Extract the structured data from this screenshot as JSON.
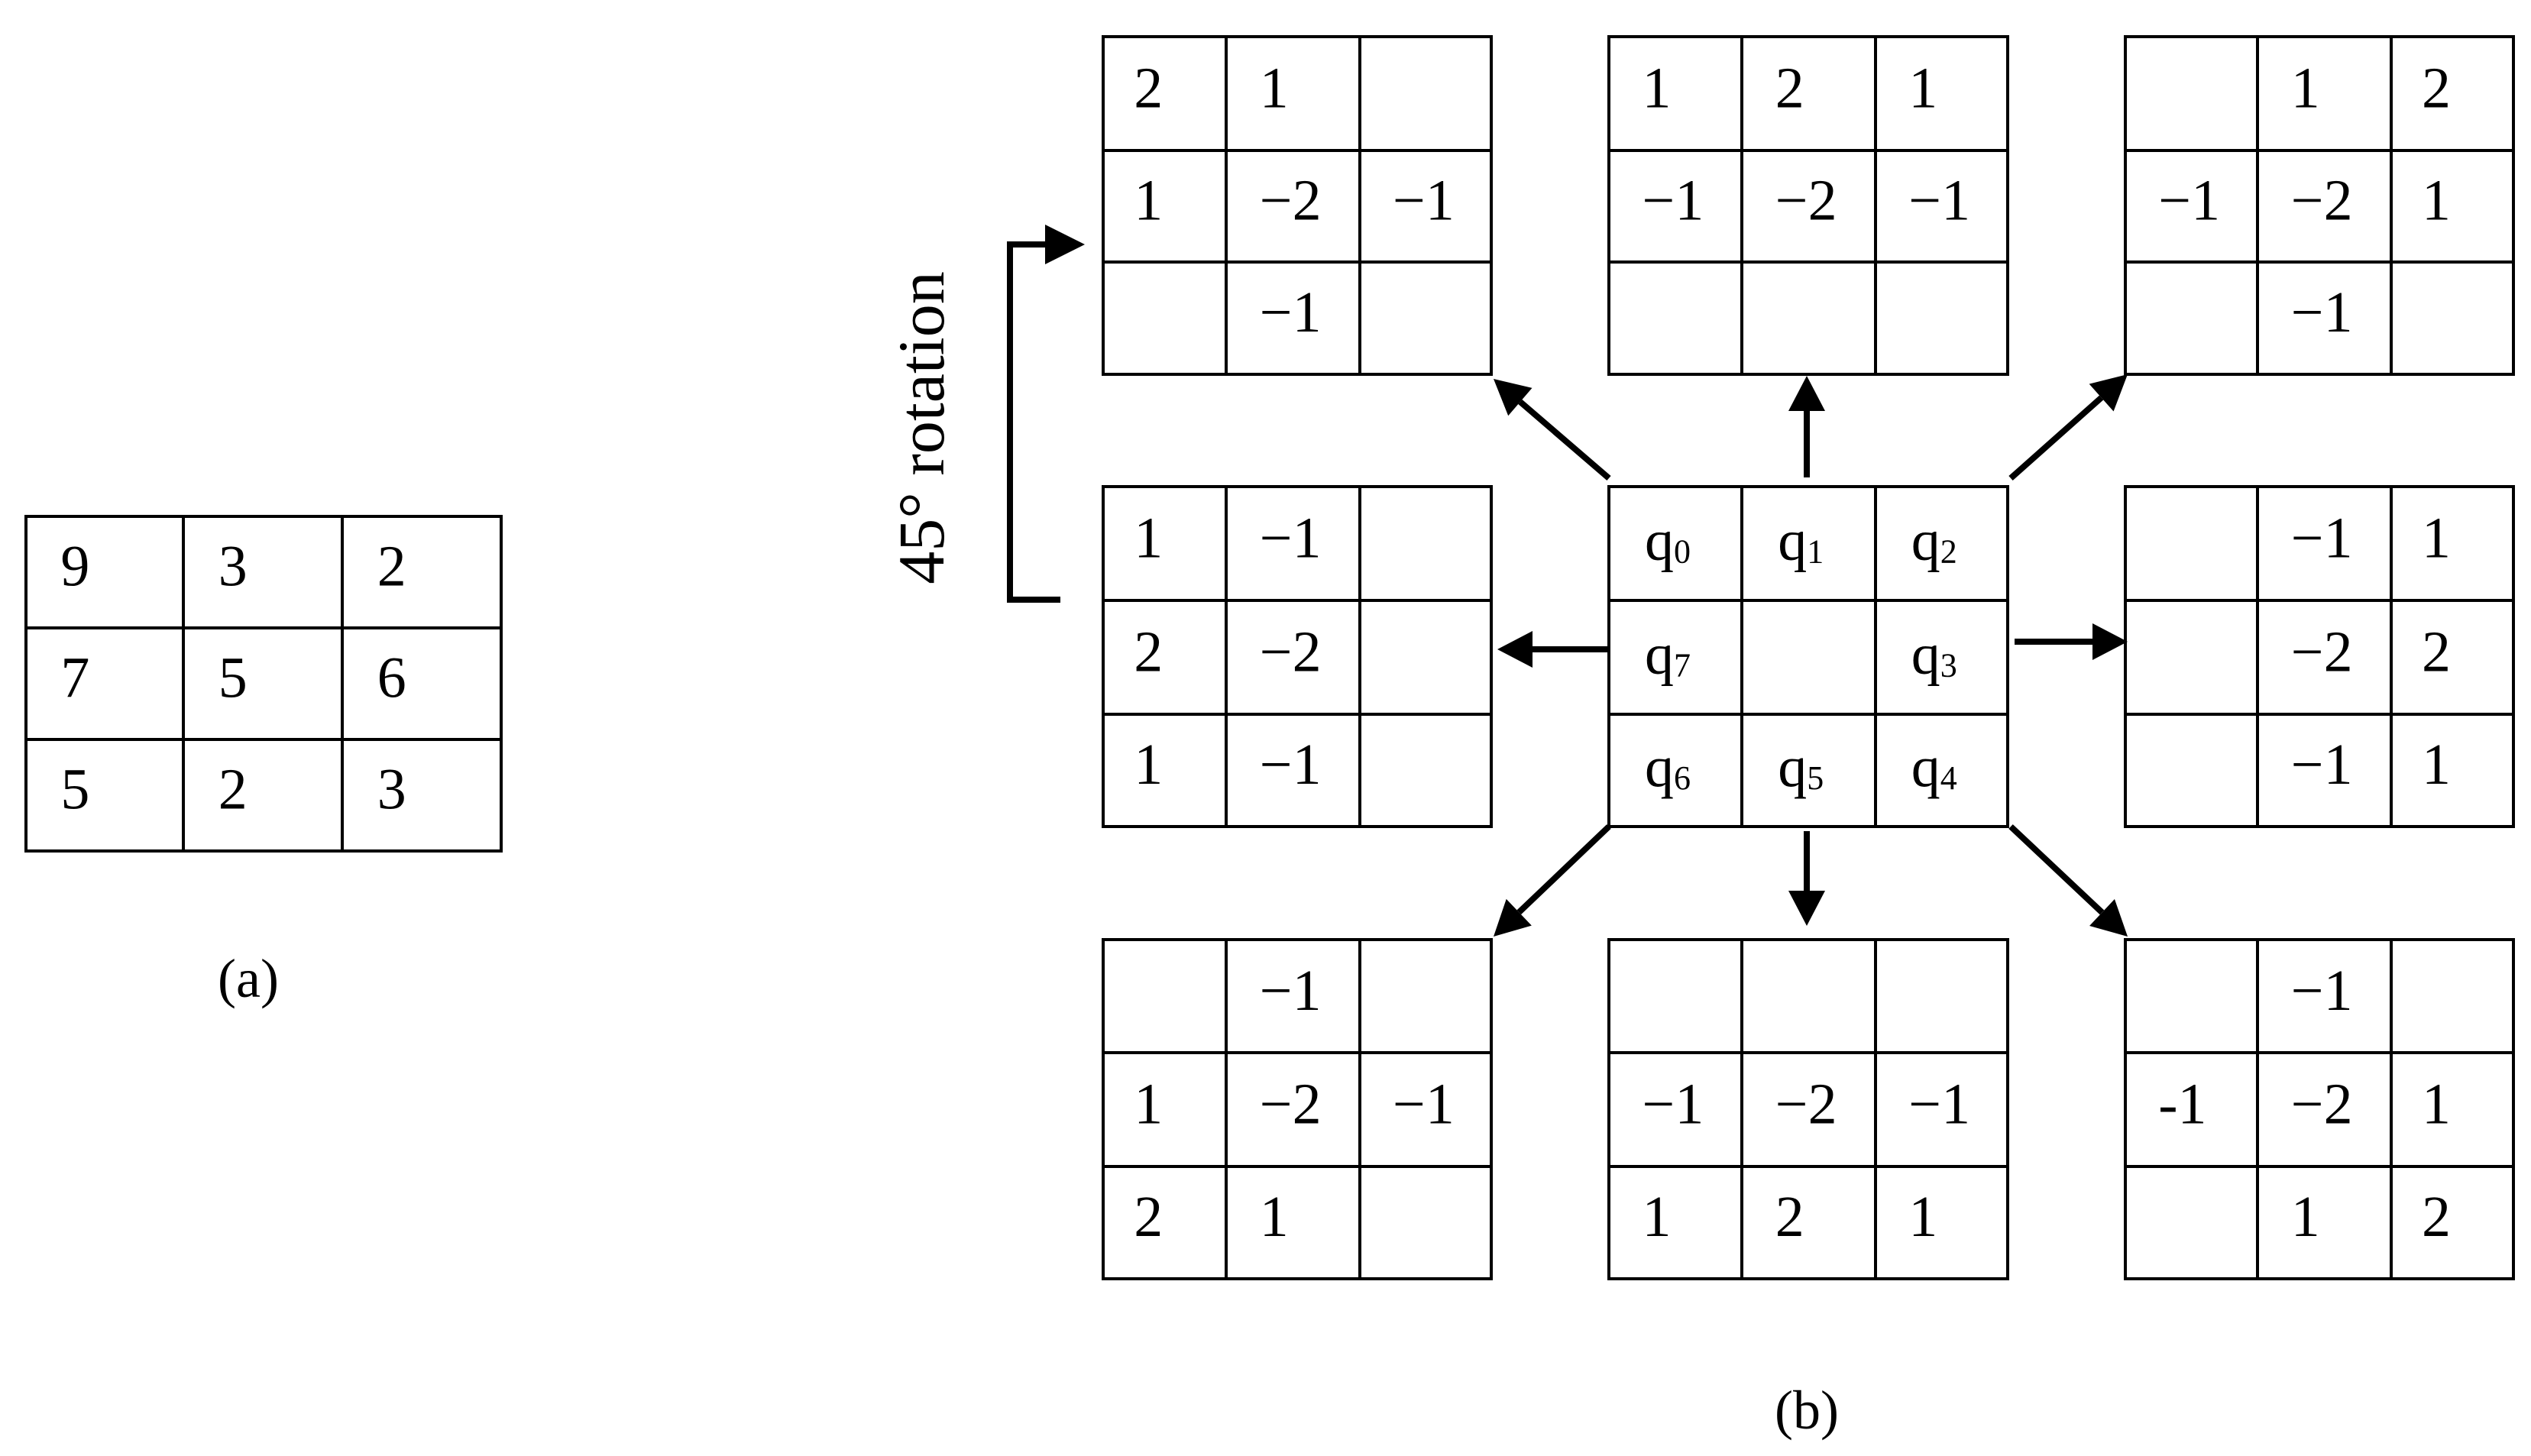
{
  "panel_a": {
    "grid": [
      [
        "9",
        "3",
        "2"
      ],
      [
        "7",
        "5",
        "6"
      ],
      [
        "5",
        "2",
        "3"
      ]
    ],
    "caption": "(a)"
  },
  "panel_b": {
    "caption": "(b)",
    "rotation_label": "45° rotation",
    "center": {
      "cells": [
        [
          {
            "base": "q",
            "sub": "0"
          },
          {
            "base": "q",
            "sub": "1"
          },
          {
            "base": "q",
            "sub": "2"
          }
        ],
        [
          {
            "base": "q",
            "sub": "7"
          },
          {
            "base": "",
            "sub": ""
          },
          {
            "base": "q",
            "sub": "3"
          }
        ],
        [
          {
            "base": "q",
            "sub": "6"
          },
          {
            "base": "q",
            "sub": "5"
          },
          {
            "base": "q",
            "sub": "4"
          }
        ]
      ]
    },
    "masks": {
      "top_left": [
        [
          "2",
          "1",
          ""
        ],
        [
          "1",
          "−2",
          "−1"
        ],
        [
          "",
          "−1",
          ""
        ]
      ],
      "top": [
        [
          "1",
          "2",
          "1"
        ],
        [
          "−1",
          "−2",
          "−1"
        ],
        [
          "",
          "",
          ""
        ]
      ],
      "top_right": [
        [
          "",
          "1",
          "2"
        ],
        [
          "−1",
          "−2",
          "1"
        ],
        [
          "",
          "−1",
          ""
        ]
      ],
      "left": [
        [
          "1",
          "−1",
          ""
        ],
        [
          "2",
          "−2",
          ""
        ],
        [
          "1",
          "−1",
          ""
        ]
      ],
      "right": [
        [
          "",
          "−1",
          "1"
        ],
        [
          "",
          "−2",
          "2"
        ],
        [
          "",
          "−1",
          "1"
        ]
      ],
      "bottom_left": [
        [
          "",
          "−1",
          ""
        ],
        [
          "1",
          "−2",
          "−1"
        ],
        [
          "2",
          "1",
          ""
        ]
      ],
      "bottom": [
        [
          "",
          "",
          ""
        ],
        [
          "−1",
          "−2",
          "−1"
        ],
        [
          "1",
          "2",
          "1"
        ]
      ],
      "bottom_right": [
        [
          "",
          "−1",
          ""
        ],
        [
          "-1",
          "−2",
          "1"
        ],
        [
          "",
          "1",
          "2"
        ]
      ]
    }
  }
}
